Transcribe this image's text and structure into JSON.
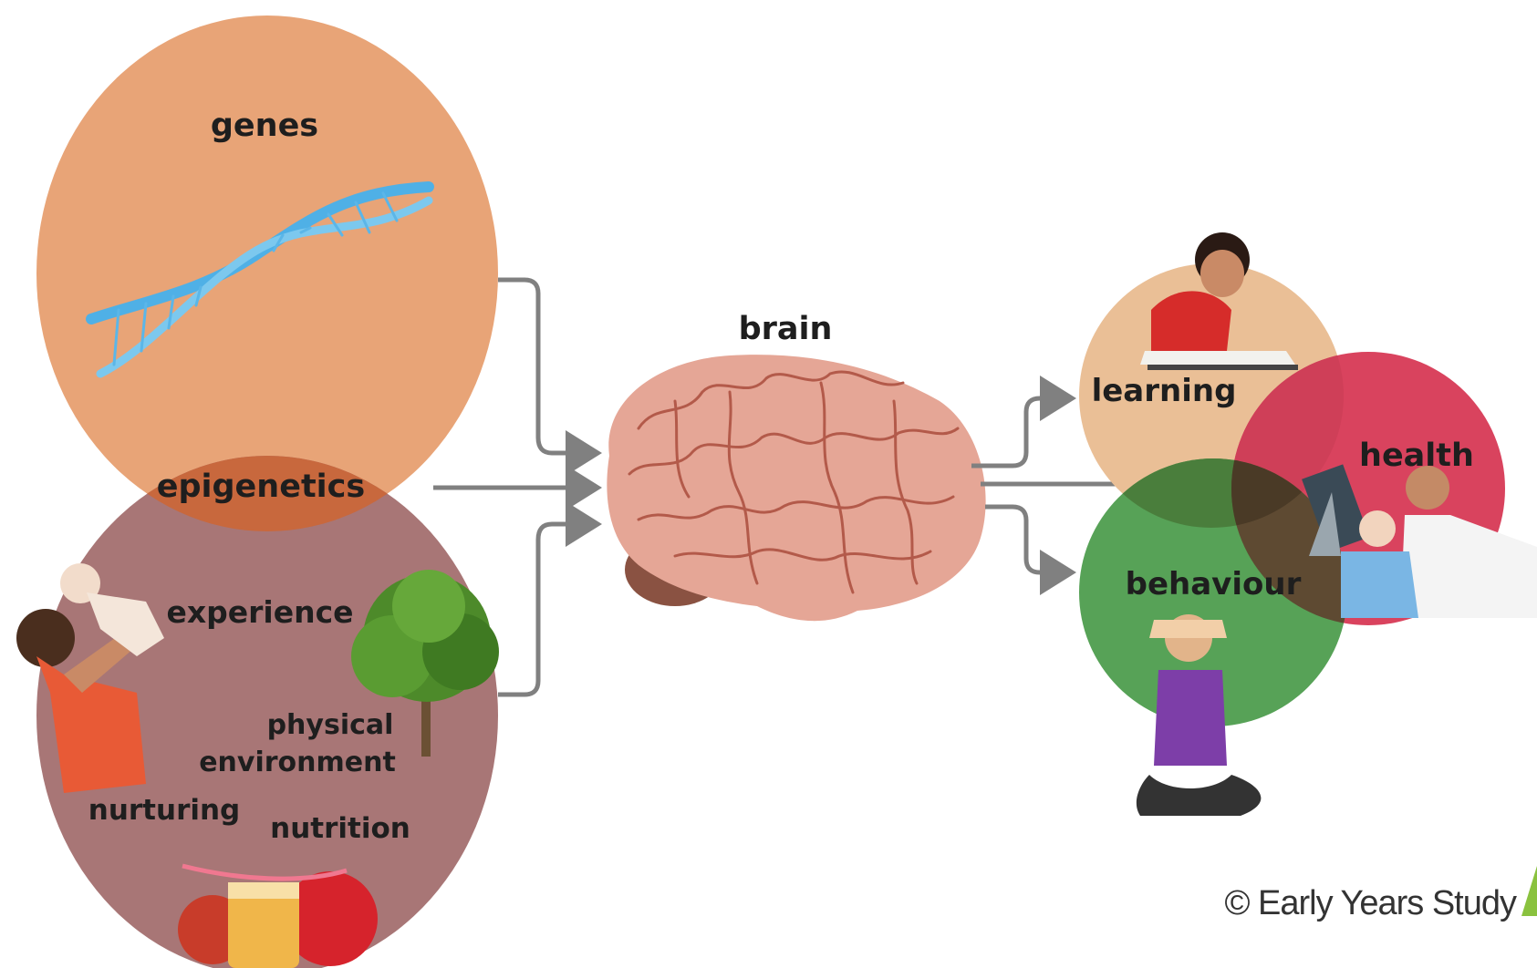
{
  "labels": {
    "genes": "genes",
    "epigenetics": "epigenetics",
    "experience": "experience",
    "physical_line1": "physical",
    "physical_line2": "environment",
    "nurturing": "nurturing",
    "nutrition": "nutrition",
    "brain": "brain",
    "learning": "learning",
    "health": "health",
    "behaviour": "behaviour"
  },
  "copyright": "© Early Years Study",
  "icons": [
    "dna-helix-icon",
    "brain-icon",
    "tree-icon",
    "parent-child-icon",
    "food-icon",
    "reading-girl-icon",
    "doctor-xray-icon",
    "upset-child-icon"
  ],
  "colors": {
    "genes_circle": "#e8a477",
    "epigenetics_overlap": "#c8683d",
    "experience_circle": "#a87676",
    "learning_circle": "#eabf96",
    "health_circle": "#d9435e",
    "behaviour_circle": "#57a257",
    "arrow": "#808080"
  }
}
